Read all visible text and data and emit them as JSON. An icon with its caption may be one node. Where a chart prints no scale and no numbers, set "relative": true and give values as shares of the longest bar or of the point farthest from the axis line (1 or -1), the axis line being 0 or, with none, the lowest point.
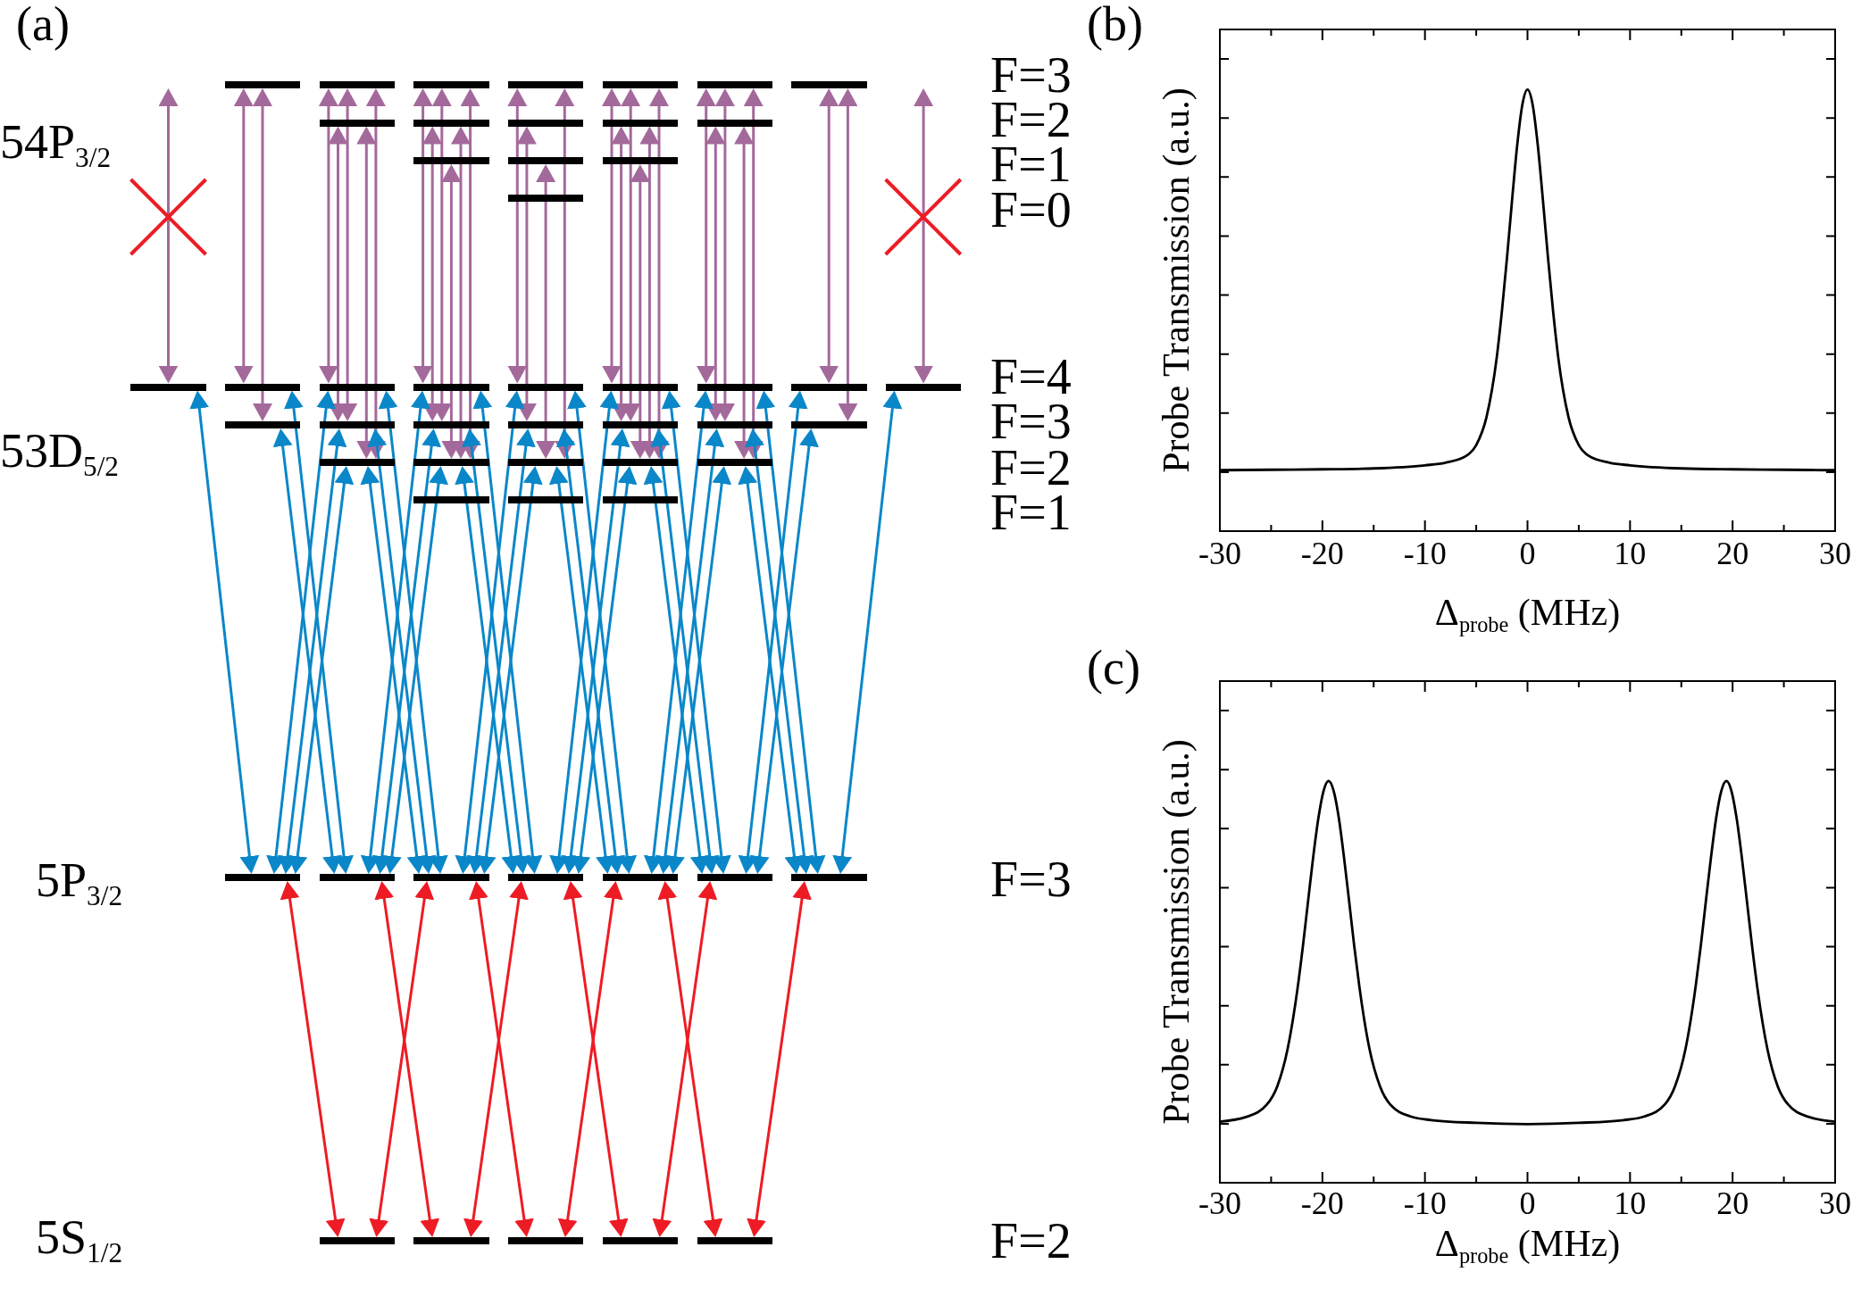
{
  "diagram": {
    "nodes": [
      {
        "text": [],
        "shape": "bar"
      },
      {
        "text": [],
        "shape": "bar"
      },
      {
        "text": [],
        "shape": "bar"
      },
      {
        "text": [],
        "shape": "bar"
      },
      {
        "text": [],
        "shape": "bar"
      },
      {
        "text": [],
        "shape": "bar"
      },
      {
        "text": [],
        "shape": "bar"
      },
      {
        "text": [],
        "shape": "bar"
      },
      {
        "text": [],
        "shape": "bar"
      },
      {
        "text": [],
        "shape": "bar"
      },
      {
        "text": [],
        "shape": "bar"
      },
      {
        "text": [],
        "shape": "bar"
      },
      {
        "text": [],
        "shape": "bar"
      },
      {
        "text": [],
        "shape": "bar"
      },
      {
        "text": [],
        "shape": "bar"
      },
      {
        "text": [],
        "shape": "bar"
      },
      {
        "text": [],
        "shape": "bar"
      },
      {
        "text": [],
        "shape": "bar"
      },
      {
        "text": [],
        "shape": "bar"
      },
      {
        "text": [],
        "shape": "bar"
      },
      {
        "text": [],
        "shape": "bar"
      },
      {
        "text": [],
        "shape": "bar"
      },
      {
        "text": [],
        "shape": "bar"
      },
      {
        "text": [],
        "shape": "bar"
      },
      {
        "text": [],
        "shape": "bar"
      },
      {
        "text": [],
        "shape": "bar"
      },
      {
        "text": [],
        "shape": "bar"
      },
      {
        "text": [],
        "shape": "bar"
      },
      {
        "text": [],
        "shape": "bar"
      },
      {
        "text": [],
        "shape": "bar"
      },
      {
        "text": [],
        "shape": "bar"
      },
      {
        "text": [],
        "shape": "bar"
      },
      {
        "text": [],
        "shape": "bar"
      },
      {
        "text": [],
        "shape": "bar"
      },
      {
        "text": [],
        "shape": "bar"
      },
      {
        "text": [],
        "shape": "bar"
      },
      {
        "text": [],
        "shape": "bar"
      },
      {
        "text": [],
        "shape": "bar"
      },
      {
        "text": [],
        "shape": "bar"
      },
      {
        "text": [],
        "shape": "bar"
      },
      {
        "text": [],
        "shape": "bar"
      },
      {
        "text": [],
        "shape": "bar"
      },
      {
        "text": [],
        "shape": "bar"
      },
      {
        "text": [],
        "shape": "bar"
      },
      {
        "text": [],
        "shape": "bar"
      },
      {
        "text": [],
        "shape": "bar"
      },
      {
        "text": [],
        "shape": "bar"
      },
      {
        "text": [],
        "shape": "bar"
      },
      {
        "text": [],
        "shape": "bar"
      },
      {
        "text": [],
        "shape": "bar"
      },
      {
        "text": [],
        "shape": "bar"
      },
      {
        "text": [],
        "shape": "bar"
      }
    ],
    "edges": [
      {
        "from": 16,
        "to": null,
        "arrow": "both",
        "color": "#a4699b"
      },
      {
        "from": 17,
        "to": 0,
        "arrow": "both",
        "color": "#a4699b"
      },
      {
        "from": 25,
        "to": 0,
        "arrow": "both",
        "color": "#a4699b"
      },
      {
        "from": 18,
        "to": 1,
        "arrow": "both",
        "color": "#a4699b"
      },
      {
        "from": 26,
        "to": 7,
        "arrow": "both",
        "color": "#a4699b"
      },
      {
        "from": 26,
        "to": 1,
        "arrow": "both",
        "color": "#a4699b"
      },
      {
        "from": 32,
        "to": 7,
        "arrow": "both",
        "color": "#a4699b"
      },
      {
        "from": 32,
        "to": 1,
        "arrow": "both",
        "color": "#a4699b"
      },
      {
        "from": 19,
        "to": 2,
        "arrow": "both",
        "color": "#a4699b"
      },
      {
        "from": 27,
        "to": 8,
        "arrow": "both",
        "color": "#a4699b"
      },
      {
        "from": 27,
        "to": 2,
        "arrow": "both",
        "color": "#a4699b"
      },
      {
        "from": 33,
        "to": 12,
        "arrow": "both",
        "color": "#a4699b"
      },
      {
        "from": 33,
        "to": 8,
        "arrow": "both",
        "color": "#a4699b"
      },
      {
        "from": 33,
        "to": 2,
        "arrow": "both",
        "color": "#a4699b"
      },
      {
        "from": 20,
        "to": 3,
        "arrow": "both",
        "color": "#a4699b"
      },
      {
        "from": 28,
        "to": 9,
        "arrow": "both",
        "color": "#a4699b"
      },
      {
        "from": 34,
        "to": 13,
        "arrow": "both",
        "color": "#a4699b"
      },
      {
        "from": 34,
        "to": 3,
        "arrow": "both",
        "color": "#a4699b"
      },
      {
        "from": 21,
        "to": 4,
        "arrow": "both",
        "color": "#a4699b"
      },
      {
        "from": 29,
        "to": 10,
        "arrow": "both",
        "color": "#a4699b"
      },
      {
        "from": 29,
        "to": 4,
        "arrow": "both",
        "color": "#a4699b"
      },
      {
        "from": 35,
        "to": 14,
        "arrow": "both",
        "color": "#a4699b"
      },
      {
        "from": 35,
        "to": 10,
        "arrow": "both",
        "color": "#a4699b"
      },
      {
        "from": 35,
        "to": 4,
        "arrow": "both",
        "color": "#a4699b"
      },
      {
        "from": 22,
        "to": 5,
        "arrow": "both",
        "color": "#a4699b"
      },
      {
        "from": 30,
        "to": 11,
        "arrow": "both",
        "color": "#a4699b"
      },
      {
        "from": 30,
        "to": 5,
        "arrow": "both",
        "color": "#a4699b"
      },
      {
        "from": 36,
        "to": 11,
        "arrow": "both",
        "color": "#a4699b"
      },
      {
        "from": 36,
        "to": 5,
        "arrow": "both",
        "color": "#a4699b"
      },
      {
        "from": 23,
        "to": 6,
        "arrow": "both",
        "color": "#a4699b"
      },
      {
        "from": 31,
        "to": 6,
        "arrow": "both",
        "color": "#a4699b"
      },
      {
        "from": 24,
        "to": null,
        "arrow": "both",
        "color": "#a4699b"
      },
      {
        "from": 40,
        "to": 16,
        "arrow": "both"
      },
      {
        "from": 40,
        "to": 18,
        "arrow": "both"
      },
      {
        "from": 40,
        "to": 26,
        "arrow": "both"
      },
      {
        "from": 40,
        "to": 32,
        "arrow": "both"
      },
      {
        "from": 41,
        "to": 17,
        "arrow": "both"
      },
      {
        "from": 41,
        "to": 25,
        "arrow": "both"
      },
      {
        "from": 41,
        "to": 19,
        "arrow": "both"
      },
      {
        "from": 41,
        "to": 27,
        "arrow": "both"
      },
      {
        "from": 41,
        "to": 33,
        "arrow": "both"
      },
      {
        "from": 42,
        "to": 18,
        "arrow": "both"
      },
      {
        "from": 42,
        "to": 26,
        "arrow": "both"
      },
      {
        "from": 42,
        "to": 32,
        "arrow": "both"
      },
      {
        "from": 42,
        "to": 20,
        "arrow": "both"
      },
      {
        "from": 42,
        "to": 28,
        "arrow": "both"
      },
      {
        "from": 42,
        "to": 34,
        "arrow": "both"
      },
      {
        "from": 43,
        "to": 19,
        "arrow": "both"
      },
      {
        "from": 43,
        "to": 27,
        "arrow": "both"
      },
      {
        "from": 43,
        "to": 33,
        "arrow": "both"
      },
      {
        "from": 43,
        "to": 21,
        "arrow": "both"
      },
      {
        "from": 43,
        "to": 29,
        "arrow": "both"
      },
      {
        "from": 43,
        "to": 35,
        "arrow": "both"
      },
      {
        "from": 44,
        "to": 20,
        "arrow": "both"
      },
      {
        "from": 44,
        "to": 28,
        "arrow": "both"
      },
      {
        "from": 44,
        "to": 34,
        "arrow": "both"
      },
      {
        "from": 44,
        "to": 22,
        "arrow": "both"
      },
      {
        "from": 44,
        "to": 30,
        "arrow": "both"
      },
      {
        "from": 44,
        "to": 36,
        "arrow": "both"
      },
      {
        "from": 45,
        "to": 21,
        "arrow": "both"
      },
      {
        "from": 45,
        "to": 29,
        "arrow": "both"
      },
      {
        "from": 45,
        "to": 35,
        "arrow": "both"
      },
      {
        "from": 45,
        "to": 23,
        "arrow": "both"
      },
      {
        "from": 45,
        "to": 31,
        "arrow": "both"
      },
      {
        "from": 46,
        "to": 22,
        "arrow": "both"
      },
      {
        "from": 46,
        "to": 30,
        "arrow": "both"
      },
      {
        "from": 46,
        "to": 36,
        "arrow": "both"
      },
      {
        "from": 46,
        "to": 24,
        "arrow": "both"
      },
      {
        "from": 47,
        "to": 40,
        "arrow": "both",
        "color": "#ed1c24"
      },
      {
        "from": 47,
        "to": 42,
        "arrow": "both",
        "color": "#ed1c24"
      },
      {
        "from": 48,
        "to": 41,
        "arrow": "both",
        "color": "#ed1c24"
      },
      {
        "from": 48,
        "to": 43,
        "arrow": "both",
        "color": "#ed1c24"
      },
      {
        "from": 49,
        "to": 42,
        "arrow": "both",
        "color": "#ed1c24"
      },
      {
        "from": 49,
        "to": 44,
        "arrow": "both",
        "color": "#ed1c24"
      },
      {
        "from": 50,
        "to": 43,
        "arrow": "both",
        "color": "#ed1c24"
      },
      {
        "from": 50,
        "to": 45,
        "arrow": "both",
        "color": "#ed1c24"
      },
      {
        "from": 51,
        "to": 44,
        "arrow": "both",
        "color": "#ed1c24"
      },
      {
        "from": 51,
        "to": 46,
        "arrow": "both",
        "color": "#ed1c24"
      }
    ],
    "labels": [
      "(a)",
      "54P$_{3/2}$",
      "F=3",
      "F=2",
      "F=1",
      "F=0",
      "53D$_{5/2}$",
      "F=4",
      "F=3",
      "F=2",
      "F=1",
      "5P$_{3/2}$",
      "F=3",
      "5S$_{1/2}$",
      "F=2"
    ],
    "chart_data": [
      {
        "type": "line",
        "title": "(b)",
        "xlabel": "Δ$_{probe}$ (MHz)",
        "ylabel": "Probe Transmission (a.u.)",
        "relative": true,
        "x": [
          -30,
          -25,
          -20,
          -15,
          -10,
          -8,
          -6,
          -5,
          -4,
          -3,
          -2.5,
          -2,
          -1.5,
          -1,
          -0.5,
          0,
          0.5,
          1,
          1.5,
          2,
          2.5,
          3,
          4,
          5,
          6,
          8,
          10,
          15,
          20,
          25,
          30
        ],
        "series": [
          {
            "color": "#000000",
            "values": [
              0.138,
              0.139,
              0.14,
              0.142,
              0.149,
              0.155,
              0.17,
              0.195,
              0.258,
              0.393,
              0.497,
              0.619,
              0.751,
              0.875,
              0.966,
              1,
              0.966,
              0.875,
              0.751,
              0.619,
              0.497,
              0.393,
              0.258,
              0.195,
              0.17,
              0.155,
              0.149,
              0.142,
              0.14,
              0.139,
              0.138
            ]
          }
        ],
        "xlim": [
          -30,
          30
        ],
        "xticks": [
          -30,
          -20,
          -10,
          0,
          10,
          20,
          30
        ]
      },
      {
        "type": "line",
        "title": "(c)",
        "xlabel": "Δ$_{probe}$ (MHz)",
        "ylabel": "Probe Transmission (a.u.)",
        "relative": true,
        "x": [
          -30,
          -27.4,
          -25.4,
          -24.4,
          -23.4,
          -22.4,
          -21.9,
          -21.4,
          -20.9,
          -20.4,
          -19.9,
          -19.4,
          -18.9,
          -18.4,
          -17.9,
          -17.4,
          -16.9,
          -16.4,
          -15.4,
          -14.4,
          -13.4,
          -11.4,
          -9.4,
          -5,
          0,
          5,
          9.4,
          11.4,
          13.4,
          14.4,
          15.4,
          16.4,
          16.9,
          17.4,
          17.9,
          18.4,
          18.9,
          19.4,
          19.9,
          20.4,
          20.9,
          21.4,
          21.9,
          22.4,
          23.4,
          24.4,
          25.4,
          27.4,
          30
        ],
        "series": [
          {
            "color": "#000000",
            "values": [
              0.152,
              0.164,
              0.195,
              0.24,
              0.332,
              0.488,
              0.589,
              0.7,
              0.81,
              0.906,
              0.974,
              1,
              0.975,
              0.908,
              0.811,
              0.702,
              0.59,
              0.489,
              0.332,
              0.241,
              0.195,
              0.165,
              0.156,
              0.149,
              0.146,
              0.149,
              0.156,
              0.165,
              0.195,
              0.241,
              0.332,
              0.489,
              0.59,
              0.702,
              0.811,
              0.908,
              0.975,
              1,
              0.974,
              0.906,
              0.81,
              0.7,
              0.589,
              0.488,
              0.332,
              0.24,
              0.195,
              0.164,
              0.152
            ]
          }
        ],
        "xlim": [
          -30,
          30
        ],
        "xticks": [
          -30,
          -20,
          -10,
          0,
          10,
          20,
          30
        ]
      }
    ]
  }
}
